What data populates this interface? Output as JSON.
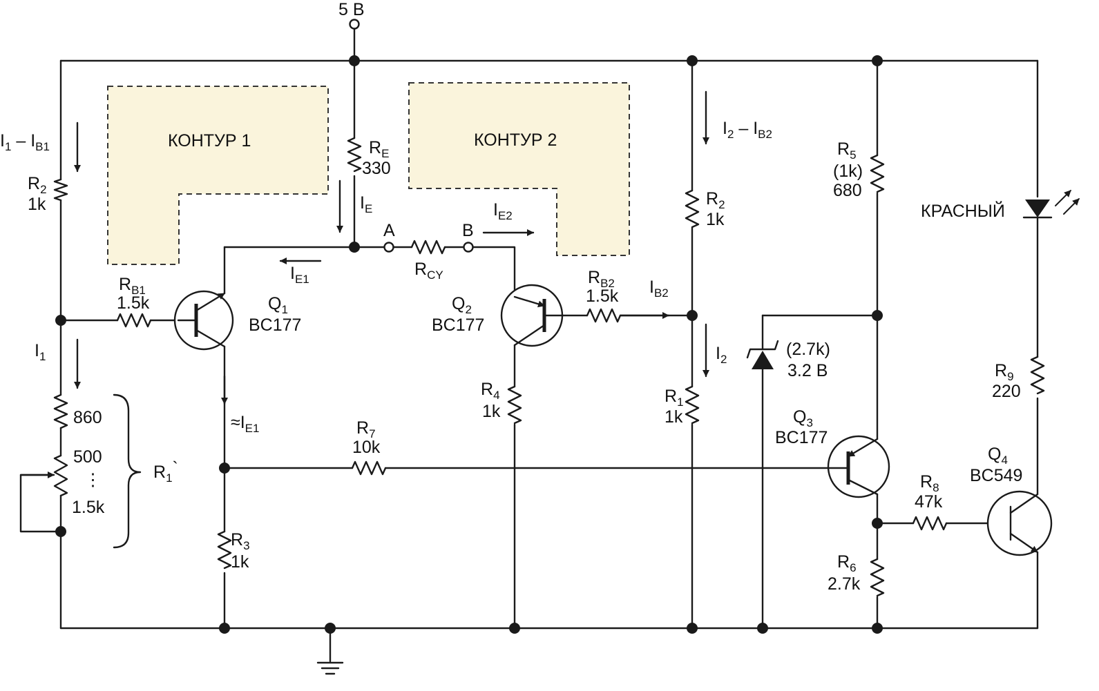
{
  "colors": {
    "wire": "#1a1a1a",
    "zone_fill": "#faf4dc",
    "zone_border": "#333333"
  },
  "supply": {
    "label": "5 В"
  },
  "zones": {
    "zone1": "КОНТУР 1",
    "zone2": "КОНТУР 2"
  },
  "components": {
    "RE": {
      "name": "R",
      "sub": "E",
      "value": "330"
    },
    "R2_left": {
      "name": "R",
      "sub": "2",
      "value": "1k"
    },
    "RB1": {
      "name": "R",
      "sub": "B1",
      "value": "1.5k"
    },
    "Q1": {
      "name": "Q",
      "sub": "1",
      "part": "BC177"
    },
    "Q2": {
      "name": "Q",
      "sub": "2",
      "part": "BC177"
    },
    "RCY": {
      "name": "R",
      "sub": "CY"
    },
    "RB2": {
      "name": "R",
      "sub": "B2",
      "value": "1.5k"
    },
    "R2_right": {
      "name": "R",
      "sub": "2",
      "value": "1k"
    },
    "R1": {
      "name": "R",
      "sub": "1",
      "value": "1k"
    },
    "R3": {
      "name": "R",
      "sub": "3",
      "value": "1k"
    },
    "R4": {
      "name": "R",
      "sub": "4",
      "value": "1k"
    },
    "R5": {
      "name": "R",
      "sub": "5",
      "alt_value": "(1k)",
      "value": "680"
    },
    "R6": {
      "name": "R",
      "sub": "6",
      "value": "2.7k"
    },
    "R7": {
      "name": "R",
      "sub": "7",
      "value": "10k"
    },
    "R8": {
      "name": "R",
      "sub": "8",
      "value": "47k"
    },
    "R9": {
      "name": "R",
      "sub": "9",
      "value": "220"
    },
    "Q3": {
      "name": "Q",
      "sub": "3",
      "part": "BC177"
    },
    "Q4": {
      "name": "Q",
      "sub": "4",
      "part": "BC549"
    },
    "zener": {
      "alt_value": "(2.7k)",
      "value": "3.2 В"
    },
    "led": {
      "label": "КРАСНЫЙ"
    },
    "R1_prime": {
      "fixed": "860",
      "pot_min": "500",
      "dots": "⋮",
      "pot_max": "1.5k",
      "group_name": "R",
      "group_sub": "1",
      "group_mark": "`"
    }
  },
  "nodes": {
    "A": "A",
    "B": "B"
  },
  "currents": {
    "I1_minus_IB1": {
      "a": "I",
      "a_sub": "1",
      "mid": " – I",
      "b_sub": "B1"
    },
    "I1": {
      "a": "I",
      "a_sub": "1"
    },
    "IE": {
      "a": "I",
      "a_sub": "E"
    },
    "IE1": {
      "a": "I",
      "a_sub": "E1"
    },
    "approx_IE1": {
      "a": "≈I",
      "a_sub": "E1"
    },
    "IE2": {
      "a": "I",
      "a_sub": "E2"
    },
    "IB2": {
      "a": "I",
      "a_sub": "B2"
    },
    "I2_minus_IB2": {
      "a": "I",
      "a_sub": "2",
      "mid": " – I",
      "b_sub": "B2"
    },
    "I2": {
      "a": "I",
      "a_sub": "2"
    }
  }
}
